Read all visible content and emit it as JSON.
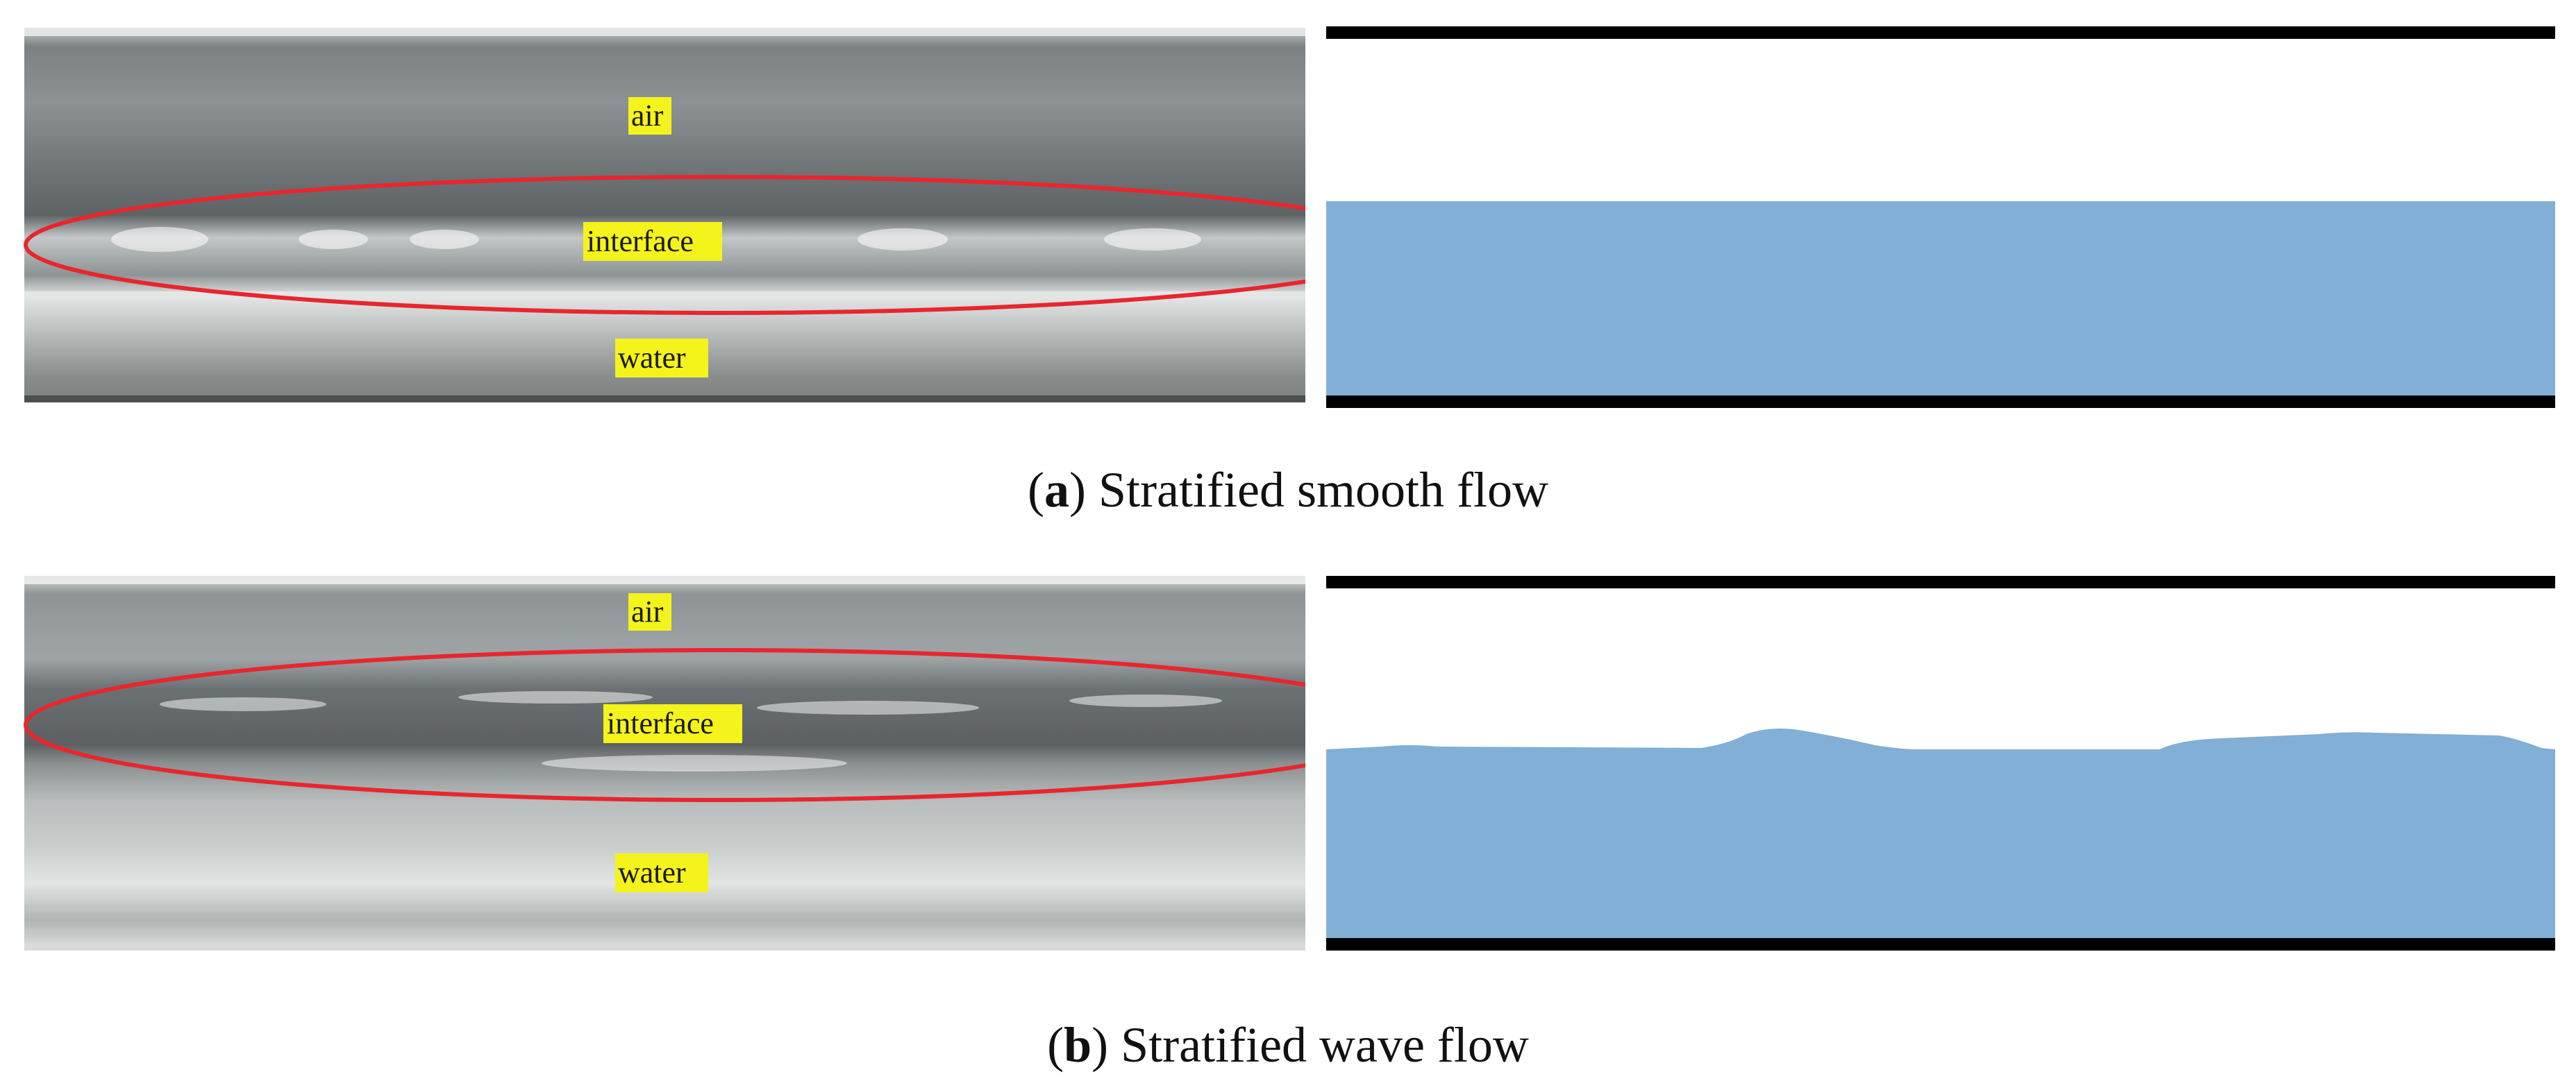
{
  "panel_a": {
    "photo_labels": {
      "air": "air",
      "interface": "interface",
      "water": "water"
    },
    "caption_letter": "a",
    "caption_text": "Stratified smooth flow",
    "colors": {
      "liquid": "#82afd5",
      "wall": "#000000",
      "ellipse": "#e8262d",
      "label_highlight": "#f4f41c"
    }
  },
  "panel_b": {
    "photo_labels": {
      "air": "air",
      "interface": "interface",
      "water": "water"
    },
    "caption_letter": "b",
    "caption_text": "Stratified wave flow",
    "colors": {
      "liquid": "#82afd5",
      "wall": "#000000",
      "ellipse": "#e8262d",
      "label_highlight": "#f4f41c"
    }
  }
}
